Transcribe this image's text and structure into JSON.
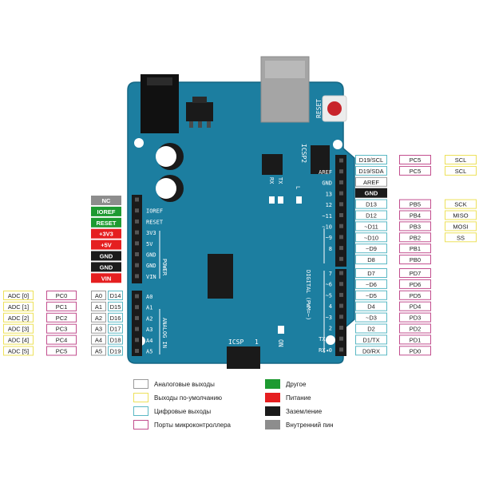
{
  "colors": {
    "board": "#1c7ea0",
    "board_dark": "#17698a",
    "analog": "#ffffff",
    "default": "#ede15a",
    "digital": "#5ab8c4",
    "port": "#c24e8e",
    "other": "#1d9a31",
    "power": "#e51f20",
    "ground": "#1b1b1b",
    "internal": "#8d8d8d",
    "reset_button": "#c8242b"
  },
  "board": {
    "reset_label": "RESET",
    "icsp2_label": "ICSP2",
    "tx_label": "TX",
    "rx_label": "RX",
    "l_label": "L",
    "on_label": "ON",
    "icsp_label": "ICSP",
    "icsp_pin1": "1",
    "power_group_label": "POWER",
    "analog_group_label": "ANALOG IN",
    "digital_group_label": "DIGITAL (PWM=~)",
    "power_pins": [
      "IOREF",
      "RESET",
      "3V3",
      "5V",
      "GND",
      "GND",
      "VIN"
    ],
    "analog_pins": [
      "A0",
      "A1",
      "A2",
      "A3",
      "A4",
      "A5"
    ],
    "digital_top_pins": [
      "AREF",
      "GND",
      "13",
      "12",
      "~11",
      "~10",
      "~9",
      "8"
    ],
    "digital_bottom_pins": [
      "7",
      "~6",
      "~5",
      "4",
      "~3",
      "2",
      "TX▸1",
      "RX◂0"
    ]
  },
  "left_power": [
    {
      "label": "NC",
      "kind": "internal"
    },
    {
      "label": "IOREF",
      "kind": "other"
    },
    {
      "label": "RESET",
      "kind": "other"
    },
    {
      "label": "+3V3",
      "kind": "power"
    },
    {
      "label": "+5V",
      "kind": "power"
    },
    {
      "label": "GND",
      "kind": "ground"
    },
    {
      "label": "GND",
      "kind": "ground"
    },
    {
      "label": "VIN",
      "kind": "power"
    }
  ],
  "left_analog": [
    {
      "adc": "ADC [0]",
      "port": "PC0",
      "analog": "A0",
      "digital": "D14"
    },
    {
      "adc": "ADC [1]",
      "port": "PC1",
      "analog": "A1",
      "digital": "D15"
    },
    {
      "adc": "ADC [2]",
      "port": "PC2",
      "analog": "A2",
      "digital": "D16"
    },
    {
      "adc": "ADC [3]",
      "port": "PC3",
      "analog": "A3",
      "digital": "D17"
    },
    {
      "adc": "ADC [4]",
      "port": "PC4",
      "analog": "A4",
      "digital": "D18"
    },
    {
      "adc": "ADC [5]",
      "port": "PC5",
      "analog": "A5",
      "digital": "D19"
    }
  ],
  "right_top": [
    {
      "pin": "D19/SCL",
      "pin_kind": "digital",
      "port": "PC5",
      "func": "SCL"
    },
    {
      "pin": "D19/SDA",
      "pin_kind": "digital",
      "port": "PC5",
      "func": "SCL"
    },
    {
      "pin": "AREF",
      "pin_kind": "analog",
      "port": "",
      "func": ""
    },
    {
      "pin": "GND",
      "pin_kind": "ground",
      "port": "",
      "func": ""
    },
    {
      "pin": "D13",
      "pin_kind": "digital",
      "port": "PB5",
      "func": "SCK"
    },
    {
      "pin": "D12",
      "pin_kind": "digital",
      "port": "PB4",
      "func": "MISO"
    },
    {
      "pin": "~D11",
      "pin_kind": "digital",
      "port": "PB3",
      "func": "MOSI"
    },
    {
      "pin": "~D10",
      "pin_kind": "digital",
      "port": "PB2",
      "func": "SS"
    },
    {
      "pin": "~D9",
      "pin_kind": "digital",
      "port": "PB1",
      "func": ""
    },
    {
      "pin": "D8",
      "pin_kind": "digital",
      "port": "PB0",
      "func": ""
    }
  ],
  "right_bottom": [
    {
      "pin": "D7",
      "port": "PD7"
    },
    {
      "pin": "~D6",
      "port": "PD6"
    },
    {
      "pin": "~D5",
      "port": "PD5"
    },
    {
      "pin": "D4",
      "port": "PD4"
    },
    {
      "pin": "~D3",
      "port": "PD3"
    },
    {
      "pin": "D2",
      "port": "PD2"
    },
    {
      "pin": "D1/TX",
      "port": "PD1"
    },
    {
      "pin": "D0/RX",
      "port": "PD0"
    }
  ],
  "legend": [
    {
      "label": "Аналоговые выходы",
      "kind": "analog",
      "filled": false
    },
    {
      "label": "Выходы по-умолчанию",
      "kind": "default",
      "filled": false
    },
    {
      "label": "Цифровые выходы",
      "kind": "digital",
      "filled": false
    },
    {
      "label": "Порты микроконтроллера",
      "kind": "port",
      "filled": false
    },
    {
      "label": "Другое",
      "kind": "other",
      "filled": true
    },
    {
      "label": "Питание",
      "kind": "power",
      "filled": true
    },
    {
      "label": "Заземление",
      "kind": "ground",
      "filled": true
    },
    {
      "label": "Внутренний пин",
      "kind": "internal",
      "filled": true
    }
  ]
}
